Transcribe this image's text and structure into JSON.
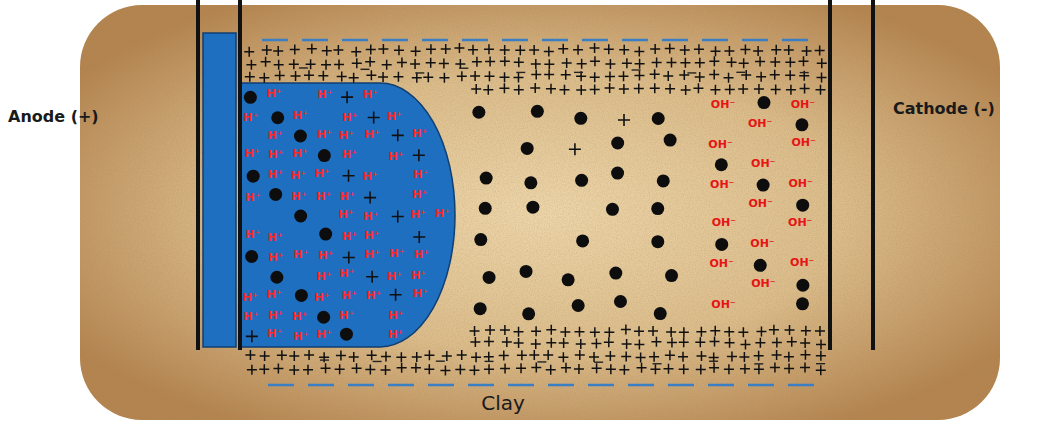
{
  "diagram": {
    "labels": [
      "Anode (+)",
      "Cathode (-)",
      "Clay",
      "H⁺",
      "H⁺",
      "H⁺",
      "H⁺",
      "H⁺",
      "H⁺",
      "H⁺",
      "H⁺",
      "H⁺",
      "H⁺",
      "H⁺",
      "H⁺",
      "H⁺",
      "H⁺",
      "H⁺",
      "H⁺",
      "H⁺",
      "H⁺",
      "H⁺",
      "H⁺",
      "H⁺",
      "H⁺",
      "H⁺",
      "H⁺",
      "H⁺",
      "H⁺",
      "H⁺",
      "H⁺",
      "H⁺",
      "H⁺",
      "H⁺",
      "H⁺",
      "H⁺",
      "H⁺",
      "H⁺",
      "H⁺",
      "H⁺",
      "H⁺",
      "H⁺",
      "H⁺",
      "H⁺",
      "H⁺",
      "H⁺",
      "H⁺",
      "H⁺",
      "H⁺",
      "H⁺",
      "H⁺",
      "H⁺",
      "H⁺",
      "H⁺",
      "H⁺",
      "H⁺",
      "H⁺",
      "H⁺",
      "H⁺",
      "H⁺",
      "H⁺",
      "H⁺",
      "H⁺",
      "OH⁻",
      "OH⁻",
      "OH⁻",
      "OH⁻",
      "OH⁻",
      "OH⁻",
      "OH⁻",
      "OH⁻",
      "OH⁻",
      "OH⁻",
      "OH⁻",
      "OH⁻",
      "OH⁻",
      "OH⁻",
      "OH⁻",
      "OH⁻"
    ]
  }
}
